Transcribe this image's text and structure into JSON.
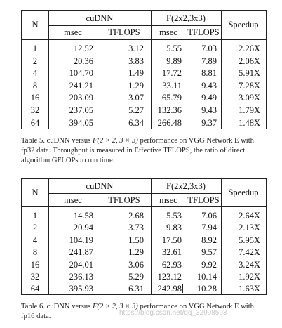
{
  "tables": [
    {
      "headers": {
        "n": "N",
        "cudnn": "cuDNN",
        "f": "F(2x2,3x3)",
        "msec": "msec",
        "tflops": "TFLOPS",
        "speedup": "Speedup"
      },
      "rows": [
        {
          "n": "1",
          "c_msec": "12.52",
          "c_tflops": "3.12",
          "f_msec": "5.55",
          "f_tflops": "7.03",
          "speedup": "2.26X"
        },
        {
          "n": "2",
          "c_msec": "20.36",
          "c_tflops": "3.83",
          "f_msec": "9.89",
          "f_tflops": "7.89",
          "speedup": "2.06X"
        },
        {
          "n": "4",
          "c_msec": "104.70",
          "c_tflops": "1.49",
          "f_msec": "17.72",
          "f_tflops": "8.81",
          "speedup": "5.91X"
        },
        {
          "n": "8",
          "c_msec": "241.21",
          "c_tflops": "1.29",
          "f_msec": "33.11",
          "f_tflops": "9.43",
          "speedup": "7.28X"
        },
        {
          "n": "16",
          "c_msec": "203.09",
          "c_tflops": "3.07",
          "f_msec": "65.79",
          "f_tflops": "9.49",
          "speedup": "3.09X"
        },
        {
          "n": "32",
          "c_msec": "237.05",
          "c_tflops": "5.27",
          "f_msec": "132.36",
          "f_tflops": "9.43",
          "speedup": "1.79X"
        },
        {
          "n": "64",
          "c_msec": "394.05",
          "c_tflops": "6.34",
          "f_msec": "266.48",
          "f_tflops": "9.37",
          "speedup": "1.48X"
        }
      ]
    },
    {
      "headers": {
        "n": "N",
        "cudnn": "cuDNN",
        "f": "F(2x2,3x3)",
        "msec": "msec",
        "tflops": "TFLOPS",
        "speedup": "Speedup"
      },
      "rows": [
        {
          "n": "1",
          "c_msec": "14.58",
          "c_tflops": "2.68",
          "f_msec": "5.53",
          "f_tflops": "7.06",
          "speedup": "2.64X"
        },
        {
          "n": "2",
          "c_msec": "20.94",
          "c_tflops": "3.73",
          "f_msec": "9.83",
          "f_tflops": "7.94",
          "speedup": "2.13X"
        },
        {
          "n": "4",
          "c_msec": "104.19",
          "c_tflops": "1.50",
          "f_msec": "17.50",
          "f_tflops": "8.92",
          "speedup": "5.95X"
        },
        {
          "n": "8",
          "c_msec": "241.87",
          "c_tflops": "1.29",
          "f_msec": "32.61",
          "f_tflops": "9.57",
          "speedup": "7.42X"
        },
        {
          "n": "16",
          "c_msec": "204.01",
          "c_tflops": "3.06",
          "f_msec": "62.93",
          "f_tflops": "9.92",
          "speedup": "3.24X"
        },
        {
          "n": "32",
          "c_msec": "236.13",
          "c_tflops": "5.29",
          "f_msec": "123.12",
          "f_tflops": "10.14",
          "speedup": "1.92X"
        },
        {
          "n": "64",
          "c_msec": "395.93",
          "c_tflops": "6.31",
          "f_msec": "242.98",
          "f_tflops": "10.28",
          "speedup": "1.63X"
        }
      ]
    }
  ],
  "captions": {
    "t5_a": "Table 5. cuDNN versus ",
    "t5_math": "F(2 × 2, 3 × 3)",
    "t5_b": " performance on VGG Network E with fp32 data. Throughput is measured in Effective TFLOPS, the ratio of direct algorithm GFLOPs to run time.",
    "t6_a": "Table 6. cuDNN versus ",
    "t6_math": "F(2 × 2, 3 × 3)",
    "t6_b": " performance on VGG Network E with fp16 data."
  },
  "watermark": "https://blog.csdn.net/qq_32998593"
}
